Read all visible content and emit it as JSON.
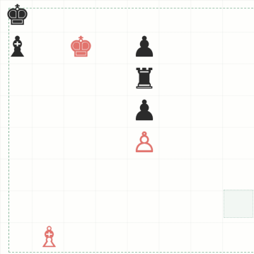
{
  "board": {
    "files": 8,
    "ranks": 8,
    "pieces": [
      {
        "square": "a8",
        "piece": "king",
        "side": "dark",
        "glyph": "♚"
      },
      {
        "square": "a7",
        "piece": "bishop",
        "side": "dark",
        "glyph": "♝"
      },
      {
        "square": "c7",
        "piece": "king",
        "side": "red",
        "glyph": "♚"
      },
      {
        "square": "e7",
        "piece": "pawn",
        "side": "dark",
        "glyph": "♟"
      },
      {
        "square": "e6",
        "piece": "rook",
        "side": "dark",
        "glyph": "♜"
      },
      {
        "square": "e5",
        "piece": "pawn",
        "side": "dark",
        "glyph": "♟"
      },
      {
        "square": "e4",
        "piece": "pawn",
        "side": "red",
        "glyph": "♙"
      },
      {
        "square": "b1",
        "piece": "bishop",
        "side": "red",
        "glyph": "♗"
      }
    ]
  },
  "colors": {
    "dark_piece": "#2b2b2b",
    "red_piece": "#e2736d",
    "frame": "#5a9a70"
  }
}
